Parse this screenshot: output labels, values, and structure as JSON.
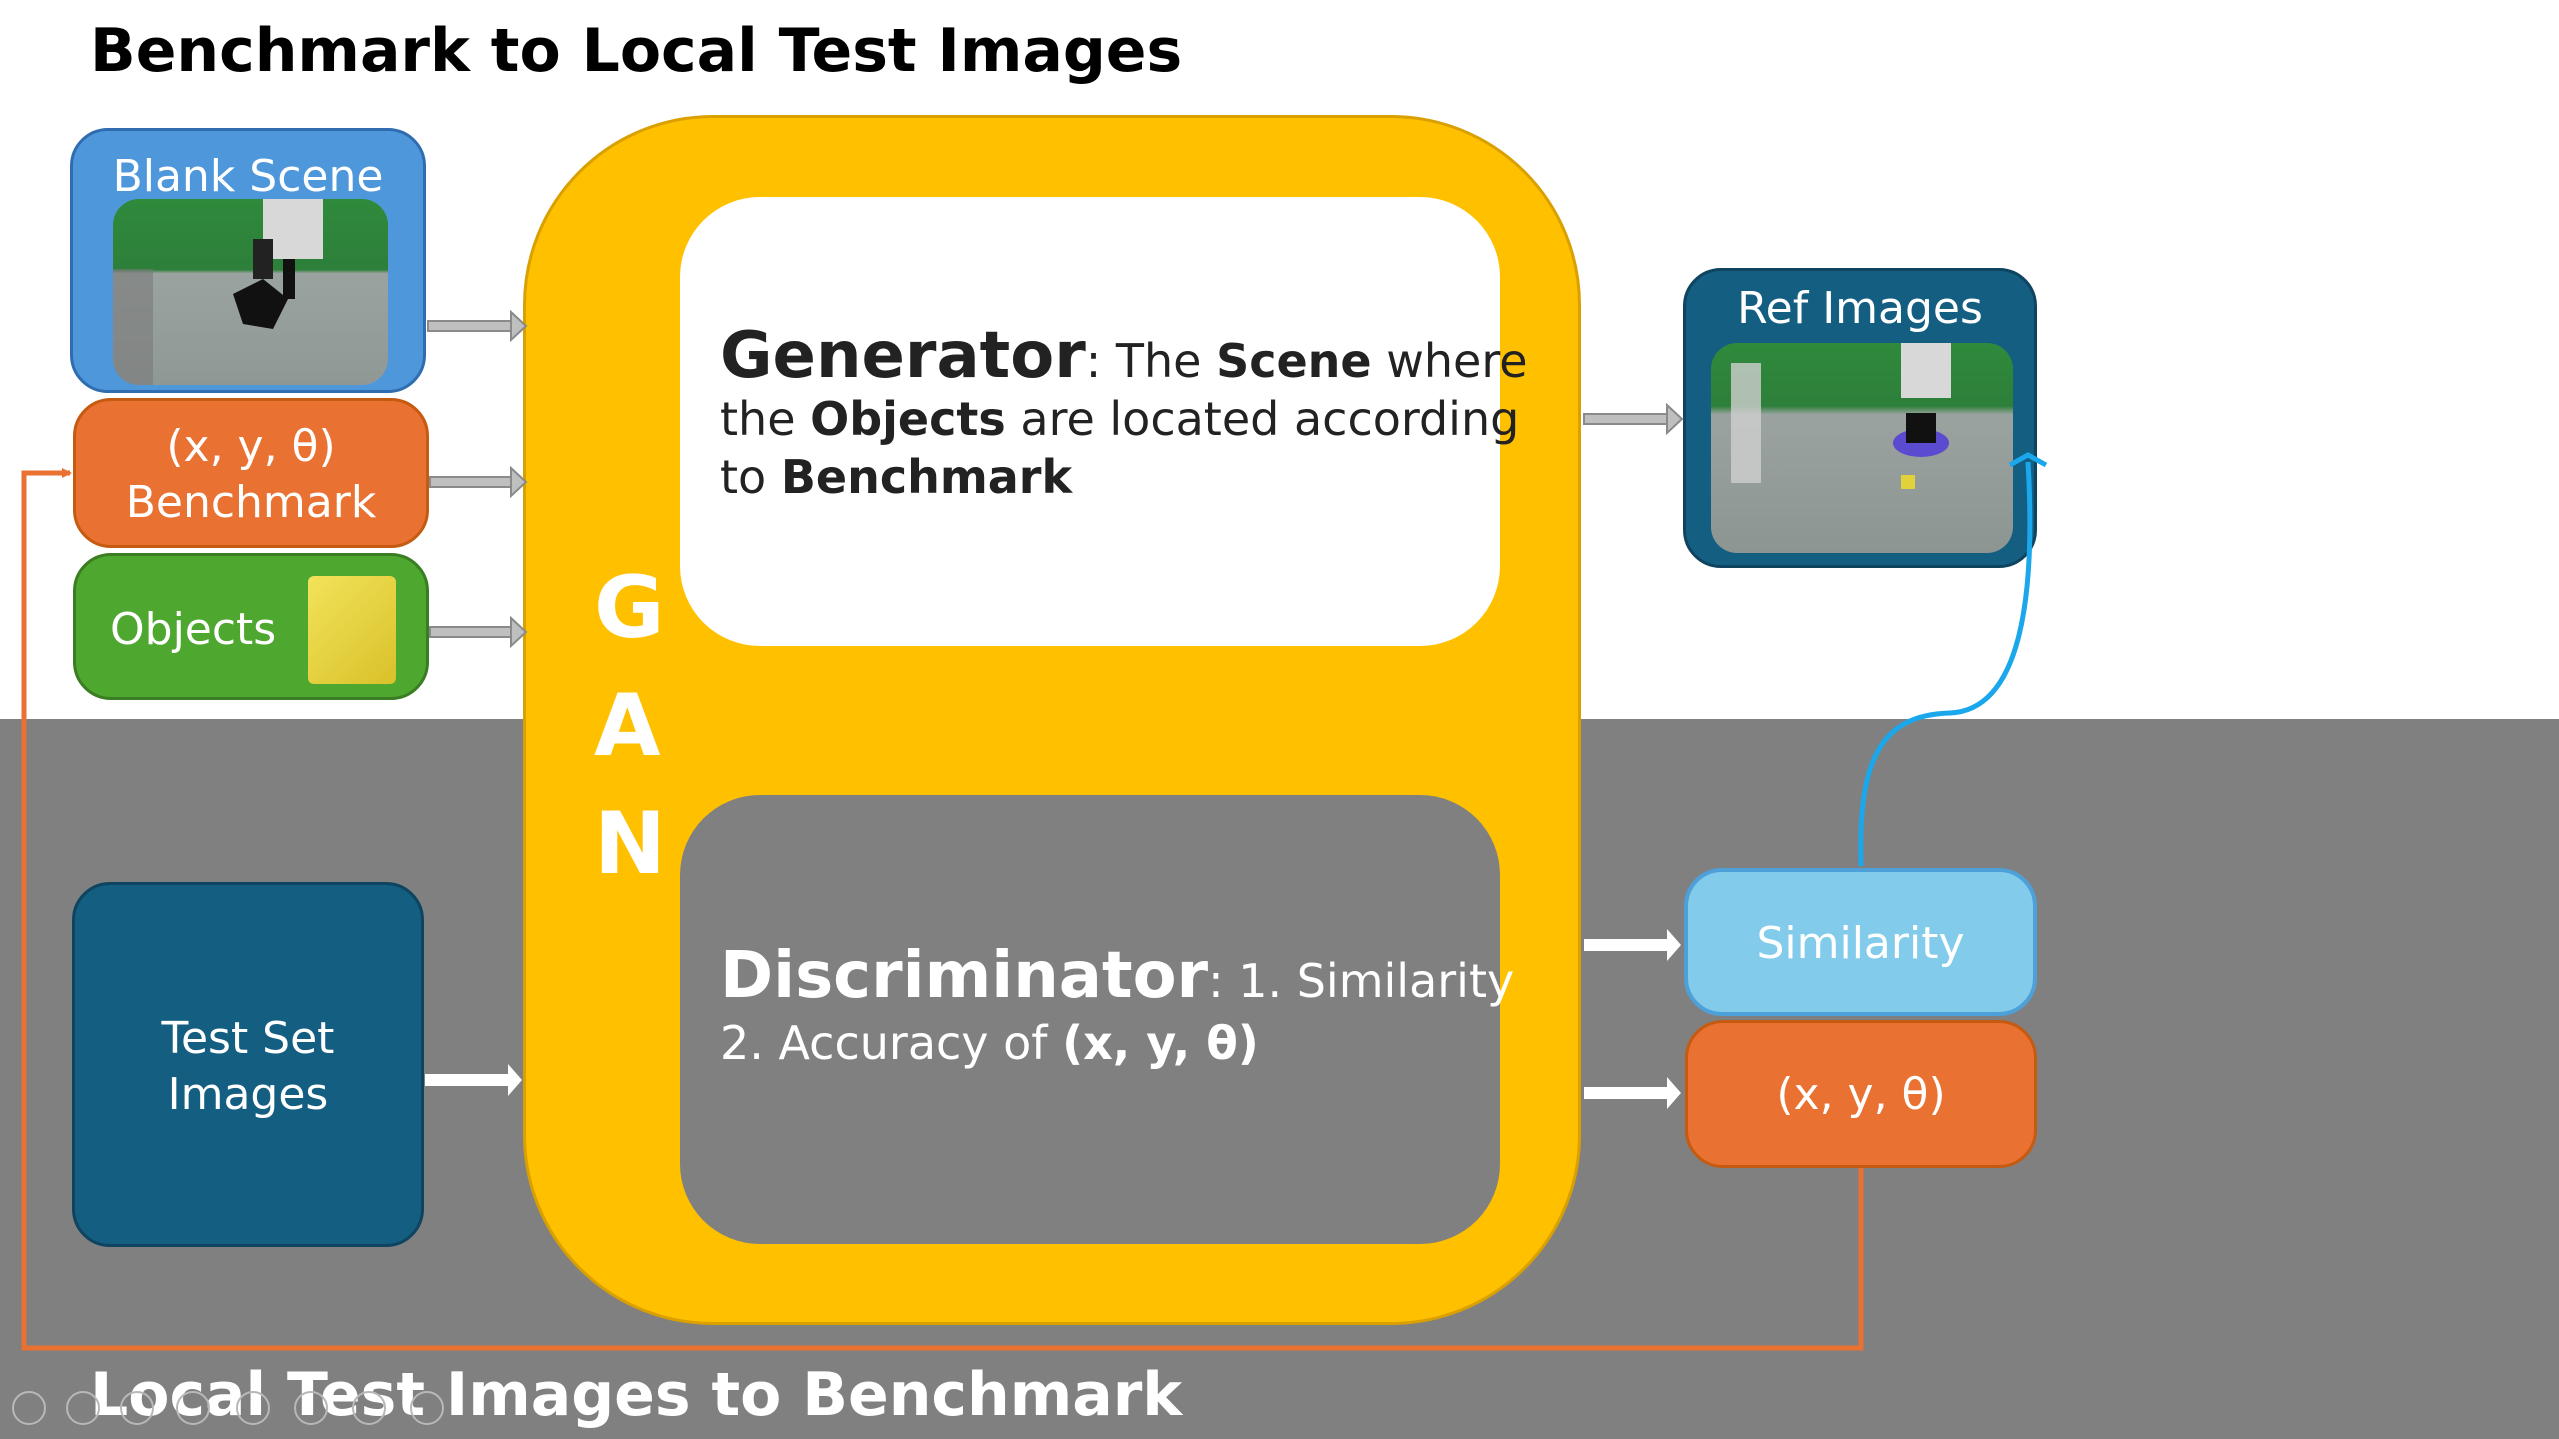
{
  "titles": {
    "top": "Benchmark to Local Test Images",
    "bottom": "Local Test Images to Benchmark"
  },
  "inputs": {
    "blank_scene": "Blank Scene",
    "pose_line1": "(x, y, θ)",
    "pose_line2": "Benchmark",
    "objects": "Objects",
    "test_set_line1": "Test Set",
    "test_set_line2": "Images"
  },
  "gan": {
    "letters": [
      "G",
      "A",
      "N"
    ],
    "generator": {
      "heading": "Generator",
      "t1": ": The ",
      "b1": "Scene",
      "t2": " where",
      "t3": "the ",
      "b2": "Objects",
      "t4": " are located according",
      "t5": "to ",
      "b3": "Benchmark"
    },
    "discriminator": {
      "heading": "Discriminator",
      "t1": ": 1. Similarity",
      "t2": "2. Accuracy of ",
      "b1": "(x, y, θ)"
    }
  },
  "outputs": {
    "ref_images": "Ref Images",
    "similarity": "Similarity",
    "pose": "(x, y, θ)"
  },
  "colors": {
    "gan_yellow": "#FFC000",
    "blank_scene_blue": "#4F97DB",
    "orange": "#E97132",
    "green": "#4EA72E",
    "dark_teal": "#145E82",
    "light_blue": "#83CBEB",
    "arrow_blue": "#1AA7EC",
    "band_grey": "#808080"
  }
}
